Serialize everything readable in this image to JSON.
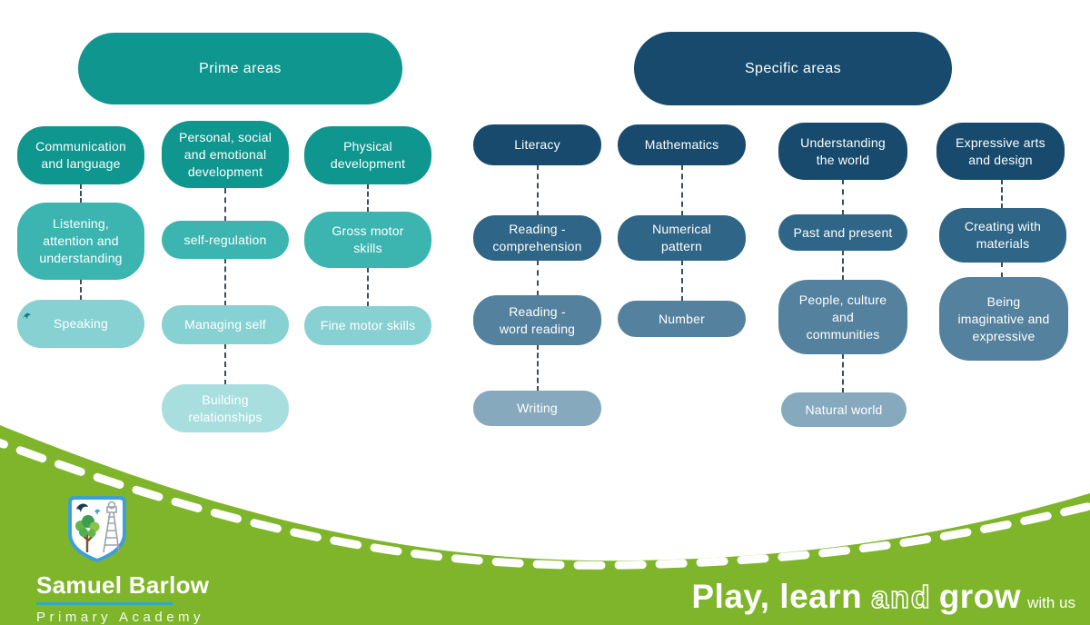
{
  "headers": {
    "prime": "Prime areas",
    "specific": "Specific areas"
  },
  "nodes": {
    "communication_language": "Communication\nand language",
    "personal_social": "Personal, social\nand emotional\ndevelopment",
    "physical_development": "Physical\ndevelopment",
    "listening": "Listening,\nattention and\nunderstanding",
    "self_regulation": "self-regulation",
    "gross_motor": "Gross motor\nskills",
    "speaking": "Speaking",
    "managing_self": "Managing self",
    "fine_motor": "Fine motor skills",
    "building_relationships": "Building\nrelationships",
    "literacy": "Literacy",
    "mathematics": "Mathematics",
    "understanding_world": "Understanding\nthe world",
    "expressive_arts": "Expressive arts\nand design",
    "reading_comprehension": "Reading -\ncomprehension",
    "numerical_pattern": "Numerical\npattern",
    "past_present": "Past and present",
    "creating_materials": "Creating with\nmaterials",
    "reading_word": "Reading -\nword reading",
    "number": "Number",
    "people_culture": "People, culture\nand\ncommunities",
    "being_imaginative": "Being\nimaginative and\nexpressive",
    "writing": "Writing",
    "natural_world": "Natural world"
  },
  "footer": {
    "school_name": "Samuel Barlow",
    "school_subtitle": "Primary Academy",
    "tagline_part1": "Play, learn",
    "tagline_part2": "and",
    "tagline_part3": "grow",
    "tagline_part4": "with us"
  },
  "colors": {
    "teal_primary": "#0E968F",
    "teal_mid": "#3CB5B1",
    "teal_light": "#87D1D2",
    "teal_lightest": "#A9DEDF",
    "navy": "#174A6C",
    "steel_blue": "#2F6586",
    "steel_blue_light": "#54819E",
    "steel_blue_lightest": "#86A9BE",
    "footer_green": "#7FB52A",
    "logo_border_blue": "#3E9FD8",
    "underline_teal": "#2BAAC2"
  }
}
